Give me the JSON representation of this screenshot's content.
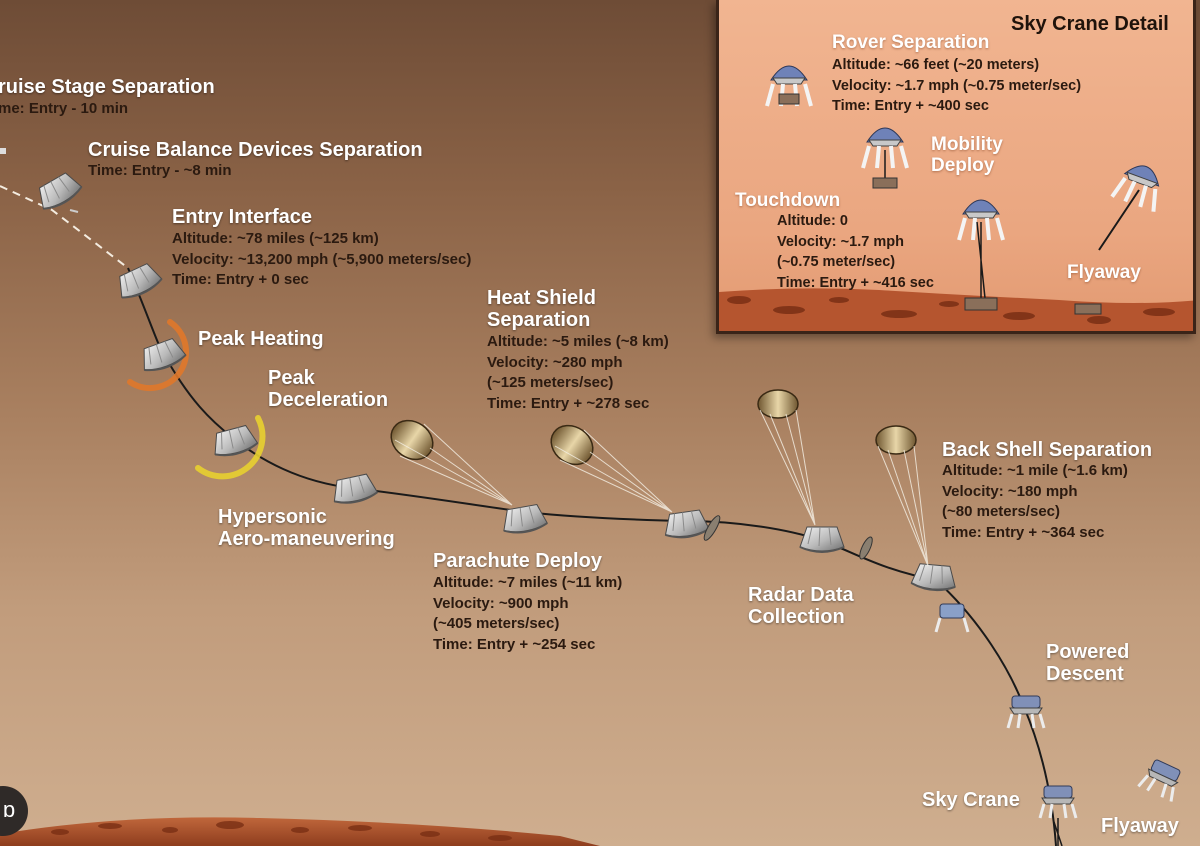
{
  "labels": {
    "cruise_sep": "ruise Stage Separation",
    "cruise_sep_time": "me: Entry - 10 min",
    "cbd_sep": "Cruise Balance Devices Separation",
    "cbd_sep_time": "Time: Entry - ~8 min",
    "entry_interface": "Entry Interface",
    "peak_heating": "Peak Heating",
    "peak_decel_1": "Peak",
    "peak_decel_2": "Deceleration",
    "hypersonic_1": "Hypersonic",
    "hypersonic_2": "Aero-maneuvering",
    "heat_shield_1": "Heat Shield",
    "heat_shield_2": "Separation",
    "parachute_deploy": "Parachute Deploy",
    "radar_1": "Radar Data",
    "radar_2": "Collection",
    "back_shell": "Back Shell Separation",
    "powered_1": "Powered",
    "powered_2": "Descent",
    "sky_crane": "Sky Crane",
    "flyaway": "Flyaway"
  },
  "details": {
    "entry_interface": [
      "Altitude:  ~78 miles (~125 km)",
      "Velocity:  ~13,200 mph (~5,900 meters/sec)",
      "Time: Entry + 0 sec"
    ],
    "heat_shield": [
      "Altitude:  ~5 miles (~8 km)",
      "Velocity:  ~280 mph",
      "(~125 meters/sec)",
      "Time: Entry + ~278 sec"
    ],
    "parachute": [
      "Altitude:  ~7 miles (~11 km)",
      "Velocity:  ~900 mph",
      "(~405 meters/sec)",
      "Time: Entry + ~254 sec"
    ],
    "back_shell": [
      "Altitude:  ~1 mile (~1.6 km)",
      "Velocity:  ~180 mph",
      "(~80 meters/sec)",
      "Time: Entry + ~364 sec"
    ]
  },
  "inset": {
    "title": "Sky Crane Detail",
    "rover_sep": "Rover Separation",
    "rover_sep_details": [
      "Altitude:  ~66 feet (~20 meters)",
      "Velocity:  ~1.7 mph (~0.75 meter/sec)",
      "Time: Entry + ~400 sec"
    ],
    "mobility_1": "Mobility",
    "mobility_2": "Deploy",
    "touchdown": "Touchdown",
    "touchdown_details": [
      "Altitude:  0",
      "Velocity:  ~1.7 mph",
      "(~0.75 meter/sec)",
      "Time: Entry + ~416 sec"
    ],
    "flyaway": "Flyaway"
  },
  "corner_glyph": "ɒ",
  "colors": {
    "sky_top": "#6e4c36",
    "sky_bottom": "#cfae8f",
    "trajectory": "#1a1a1a",
    "heating_glow": "#e0782a",
    "decel_glow": "#e8d030",
    "parachute": "#b89868",
    "inset_bg": "#f1b591",
    "ground": "#b5552f"
  }
}
